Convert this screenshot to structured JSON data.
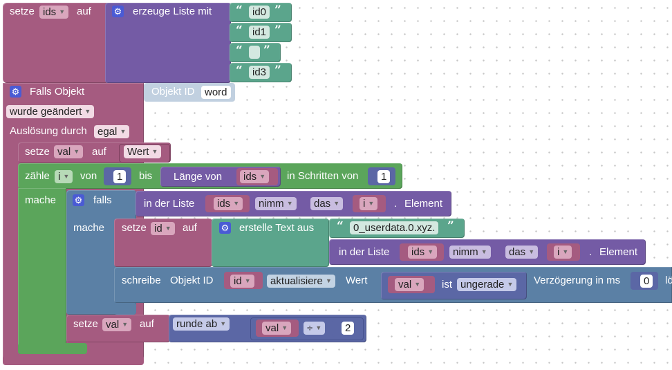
{
  "colors": {
    "variable": "#a55b80",
    "list": "#745ba5",
    "text": "#5ba58c",
    "loop": "#5ba55b",
    "logic": "#5b80a5",
    "math": "#5b67a5",
    "event": "#a55b80",
    "disabled_input": "#c1d0e0"
  },
  "icons": {
    "gear": "gear-icon"
  },
  "block_setze_ids": {
    "label_setze": "setze",
    "var": "ids",
    "label_auf": "auf",
    "list_label": "erzeuge Liste mit",
    "items": [
      "id0",
      "id1",
      "",
      "id3"
    ]
  },
  "block_event": {
    "title": "Falls Objekt",
    "objekt_id_label": "Objekt ID",
    "objekt_id_value": "word",
    "changed_option": "wurde geändert",
    "trigger_label": "Auslösung durch",
    "trigger_option": "egal"
  },
  "block_setze_val": {
    "label_setze": "setze",
    "var": "val",
    "label_auf": "auf",
    "value": "Wert"
  },
  "loop": {
    "label_zaehle": "zähle",
    "var": "i",
    "label_von": "von",
    "from": "1",
    "label_bis": "bis",
    "laenge_label": "Länge von",
    "laenge_var": "ids",
    "step_label": "in Schritten von",
    "step": "1",
    "mache_label": "mache"
  },
  "if_block": {
    "falls_label": "falls",
    "mache_label": "mache",
    "in_der_liste": "in der Liste",
    "list_var": "ids",
    "op": "nimm",
    "mode": "das",
    "index_var": "i",
    "dot": ".",
    "element": "Element"
  },
  "setze_id": {
    "label_setze": "setze",
    "var": "id",
    "label_auf": "auf",
    "erstelle": "erstelle Text aus",
    "prefix": "0_userdata.0.xyz.",
    "in_der_liste": "in der Liste",
    "list_var": "ids",
    "op": "nimm",
    "mode": "das",
    "index_var": "i",
    "dot": ".",
    "element": "Element"
  },
  "schreibe": {
    "label": "schreibe",
    "objekt_id": "Objekt ID",
    "var": "id",
    "action": "aktualisiere",
    "wert": "Wert",
    "val_var": "val",
    "ist": "ist",
    "property": "ungerade",
    "delay_label": "Verzögerung in ms",
    "delay_value": "0",
    "trailing": "lö"
  },
  "setze_val_round": {
    "label_setze": "setze",
    "var": "val",
    "label_auf": "auf",
    "round_op": "runde ab",
    "var2": "val",
    "div_op": "÷",
    "divisor": "2"
  }
}
